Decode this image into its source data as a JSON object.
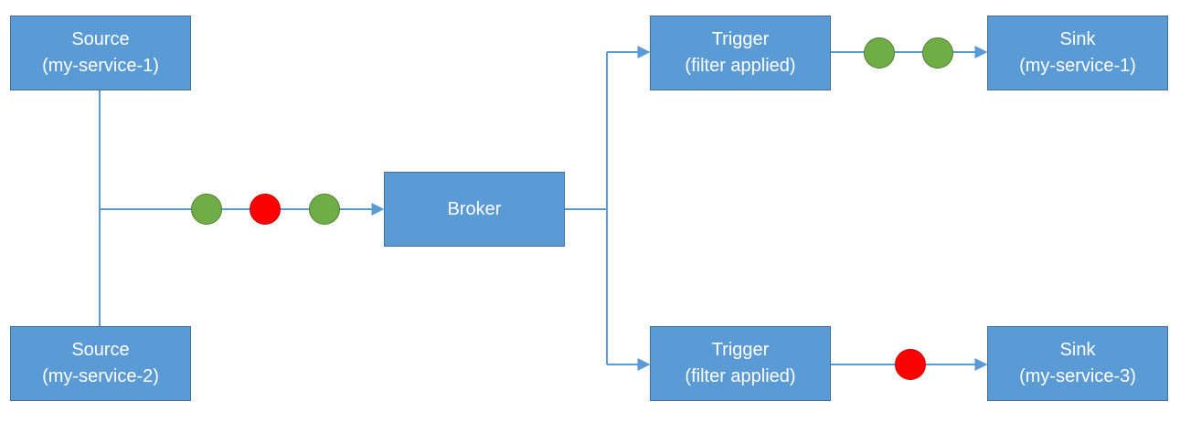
{
  "nodes": {
    "source1": {
      "line1": "Source",
      "line2": "(my-service-1)"
    },
    "source2": {
      "line1": "Source",
      "line2": "(my-service-2)"
    },
    "broker": {
      "line1": "Broker"
    },
    "trigger1": {
      "line1": "Trigger",
      "line2": "(filter applied)"
    },
    "trigger2": {
      "line1": "Trigger",
      "line2": "(filter applied)"
    },
    "sink1": {
      "line1": "Sink",
      "line2": "(my-service-1)"
    },
    "sink3": {
      "line1": "Sink",
      "line2": "(my-service-3)"
    }
  },
  "events": {
    "to_broker": [
      "green",
      "red",
      "green"
    ],
    "to_sink1": [
      "green",
      "green"
    ],
    "to_sink3": [
      "red"
    ]
  },
  "colors": {
    "box_fill": "#5b9bd5",
    "box_border": "#41719c",
    "line": "#5b9bd5",
    "event_green": "#70ad47",
    "event_red": "#ff0000"
  }
}
